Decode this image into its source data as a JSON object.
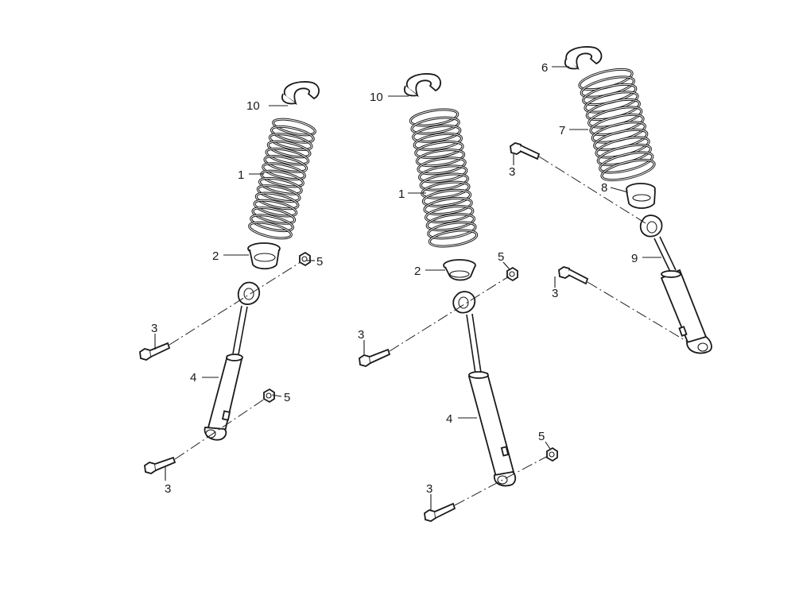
{
  "callouts": {
    "left": {
      "c10": "10",
      "c1": "1",
      "c2": "2",
      "c5a": "5",
      "c3a": "3",
      "c4": "4",
      "c5b": "5",
      "c3b": "3"
    },
    "middle": {
      "c10": "10",
      "c1": "1",
      "c5a": "5",
      "c2": "2",
      "c3a": "3",
      "c4": "4",
      "c5b": "5",
      "c3b": "3"
    },
    "right": {
      "c6": "6",
      "c7": "7",
      "c3a": "3",
      "c8": "8",
      "c9": "9",
      "c3b": "3"
    }
  }
}
